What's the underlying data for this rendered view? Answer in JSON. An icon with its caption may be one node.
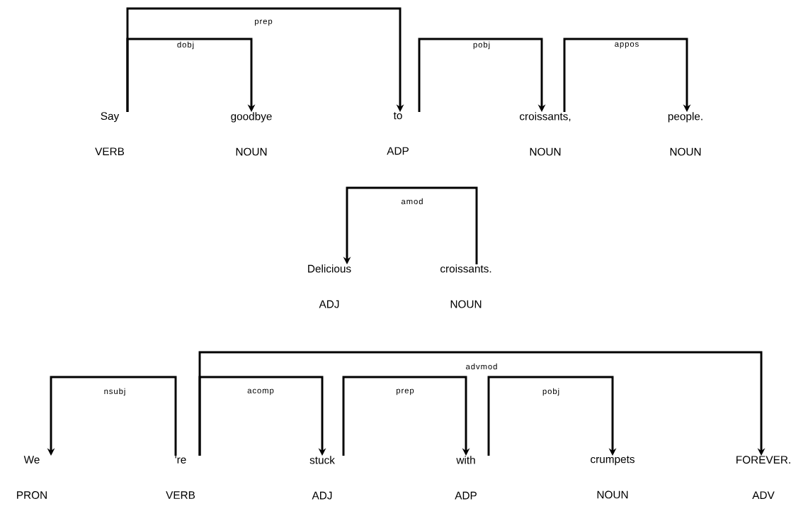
{
  "diagram": {
    "nodes": [
      {
        "text": [
          "Say",
          "VERB"
        ]
      },
      {
        "text": [
          "goodbye",
          "NOUN"
        ]
      },
      {
        "text": [
          "to",
          "ADP"
        ]
      },
      {
        "text": [
          "croissants,",
          "NOUN"
        ]
      },
      {
        "text": [
          "people.",
          "NOUN"
        ]
      },
      {
        "text": [
          "Delicious",
          "ADJ"
        ]
      },
      {
        "text": [
          "croissants.",
          "NOUN"
        ]
      },
      {
        "text": [
          "We",
          "PRON"
        ]
      },
      {
        "text": [
          "'re",
          "VERB"
        ]
      },
      {
        "text": [
          "stuck",
          "ADJ"
        ]
      },
      {
        "text": [
          "with",
          "ADP"
        ]
      },
      {
        "text": [
          "crumpets",
          "NOUN"
        ]
      },
      {
        "text": [
          "FOREVER.",
          "ADV"
        ]
      }
    ],
    "edges": [
      {
        "from": 0,
        "to": 1,
        "arrow": "to",
        "label": "dobj"
      },
      {
        "from": 0,
        "to": 2,
        "arrow": "to",
        "label": "prep"
      },
      {
        "from": 2,
        "to": 3,
        "arrow": "to",
        "label": "pobj"
      },
      {
        "from": 3,
        "to": 4,
        "arrow": "to",
        "label": "appos"
      },
      {
        "from": 6,
        "to": 5,
        "arrow": "to",
        "label": "amod"
      },
      {
        "from": 8,
        "to": 7,
        "arrow": "to",
        "label": "nsubj"
      },
      {
        "from": 8,
        "to": 12,
        "arrow": "to",
        "label": "advmod"
      },
      {
        "from": 8,
        "to": 9,
        "arrow": "to",
        "label": "acomp"
      },
      {
        "from": 9,
        "to": 10,
        "arrow": "to",
        "label": "prep"
      },
      {
        "from": 10,
        "to": 11,
        "arrow": "to",
        "label": "pobj"
      }
    ]
  }
}
